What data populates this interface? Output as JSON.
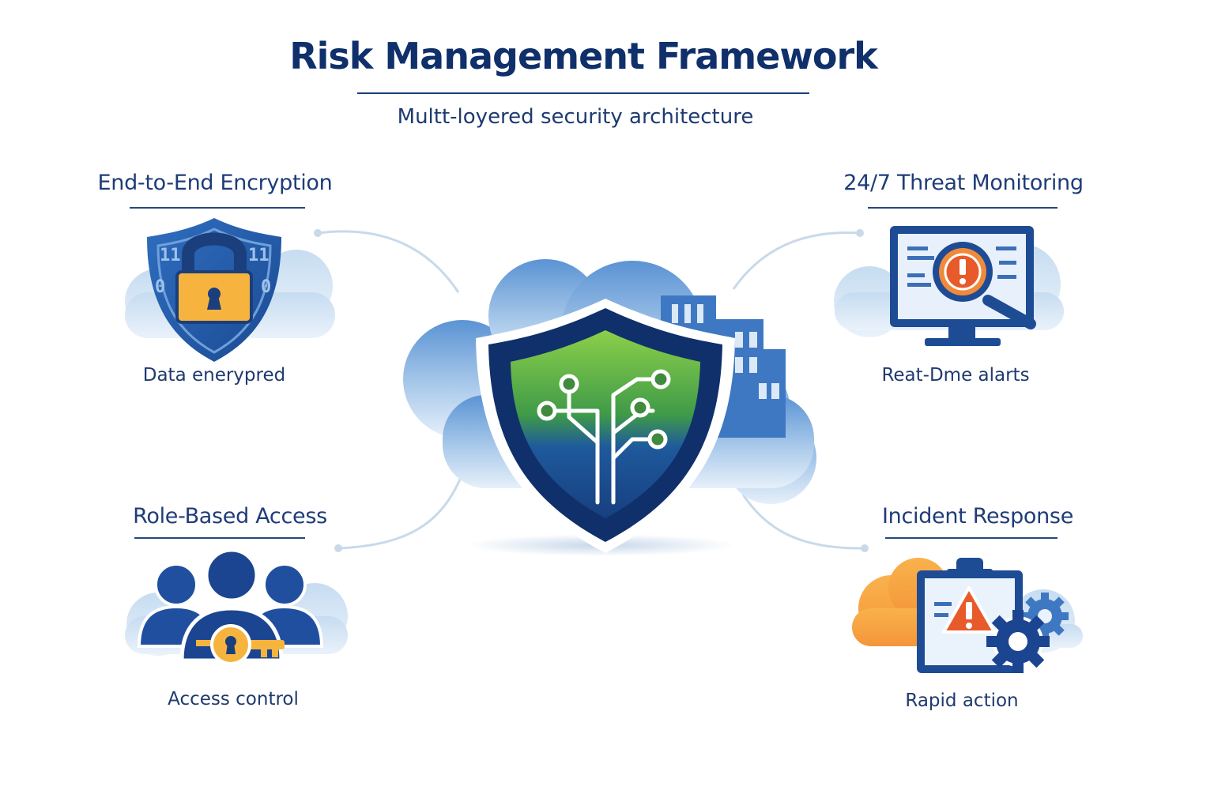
{
  "header": {
    "title": "Risk Management Framework",
    "subtitle": "Multt-loyered security architecture"
  },
  "center": {
    "icon": "shield-circuit-icon"
  },
  "features": [
    {
      "heading": "End-to-End Encryption",
      "caption": "Data enerypred",
      "icon": "padlock-shield-icon"
    },
    {
      "heading": "24/7 Threat Monitoring",
      "caption": "Reat-Dme alarts",
      "icon": "monitor-alert-icon"
    },
    {
      "heading": "Role-Based Access",
      "caption": "Access control",
      "icon": "users-key-icon"
    },
    {
      "heading": "Incident Response",
      "caption": "Rapid action",
      "icon": "clipboard-warning-gear-icon"
    }
  ],
  "colors": {
    "navy": "#10306b",
    "primary_blue": "#1f4f9e",
    "light_blue": "#5b8fd0",
    "cloud": "#cfe1f2",
    "green": "#7dc142",
    "orange": "#f7a43a",
    "alert_red": "#e85a2a"
  }
}
